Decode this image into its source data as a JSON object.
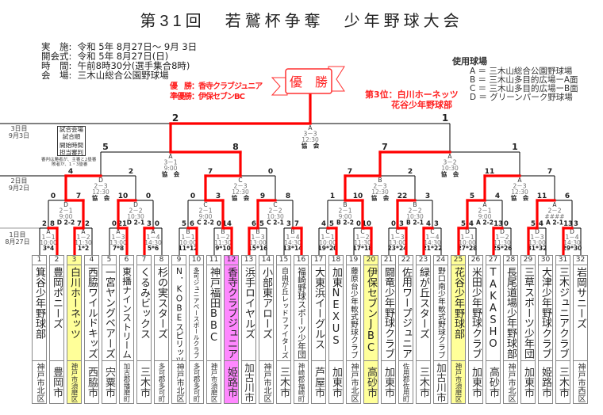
{
  "title": "第31回　若鷲杯争奪　少年野球大会",
  "info": [
    {
      "label": "実　施:",
      "value": "令和 5年 8月27日～ 9月 3日"
    },
    {
      "label": "開会式:",
      "value": "令和 5年 8月27日(日)"
    },
    {
      "label": "時　間:",
      "value": "午前8時30分(選手集合8時)"
    },
    {
      "label": "会　場:",
      "value": "三木山総合公園野球場"
    }
  ],
  "results": {
    "champion": "優　勝：香寺クラブジュニア",
    "runner_up": "準優勝：伊保セブンBC",
    "third_1": "第3位：白川ホーネッツ",
    "third_2": "花谷少年野球部"
  },
  "banner": "優　勝",
  "venues": {
    "title": "使用球場",
    "items": [
      "A ＝ 三木山総合公園野球場",
      "B ＝ 三木山多目的広場ーA面",
      "C ＝ 三木山多目的広場ーB面",
      "D ＝ グリーンパーク野球場"
    ]
  },
  "days": [
    {
      "label": "3日目",
      "date": "9月3日"
    },
    {
      "label": "2日目",
      "date": "9月2日"
    },
    {
      "label": "1日目",
      "date": "8月27日"
    }
  ],
  "legend_box": {
    "lines": [
      "試合会場",
      "試合順",
      "開始時間",
      "担当審判"
    ],
    "note_1": "審判は勝者が、主審と2塁審",
    "note_2": "敗者が、1・3塁審"
  },
  "colors": {
    "win_line": "#ff0000",
    "champion": "#ff88ff",
    "placed": "#ffff99"
  },
  "teams": [
    {
      "no": "1",
      "name": "箕谷少年野球部",
      "city": "神戸市北区",
      "highlight": ""
    },
    {
      "no": "2",
      "name": "豊岡ポニーズ",
      "city": "豊岡市",
      "highlight": ""
    },
    {
      "no": "3",
      "name": "白川ホーネッツ",
      "city": "神戸市須磨区",
      "highlight": "yellow"
    },
    {
      "no": "4",
      "name": "西脇ワイルドキッズ",
      "city": "西脇市",
      "highlight": ""
    },
    {
      "no": "5",
      "name": "一宮ヤングベアーズ",
      "city": "宍粟市",
      "highlight": ""
    },
    {
      "no": "6",
      "name": "東播ナインストリーム",
      "city": "加古郡播磨町",
      "highlight": ""
    },
    {
      "no": "7",
      "name": "くるみビックス",
      "city": "三木市",
      "highlight": ""
    },
    {
      "no": "8",
      "name": "杉の実スターズ",
      "city": "多可郡多可町",
      "highlight": ""
    },
    {
      "no": "9",
      "name": "N．KOBEスピリッツ",
      "city": "神戸市北区",
      "highlight": ""
    },
    {
      "no": "10",
      "name": "多可ジュニアベースボールクラブ",
      "city": "多可郡多可町",
      "highlight": ""
    },
    {
      "no": "11",
      "name": "神戸福田BBC",
      "city": "神戸市須磨区",
      "highlight": ""
    },
    {
      "no": "12",
      "name": "香寺クラブジュニア",
      "city": "姫路市",
      "highlight": "pink"
    },
    {
      "no": "13",
      "name": "浜手ロイヤルズ",
      "city": "加古川市",
      "highlight": ""
    },
    {
      "no": "14",
      "name": "小部東アローズ",
      "city": "神戸市北区",
      "highlight": ""
    },
    {
      "no": "15",
      "name": "自由が丘レッドファイターズ",
      "city": "三木市",
      "highlight": ""
    },
    {
      "no": "16",
      "name": "福崎野球スポーツ少年団",
      "city": "神崎郡福崎町",
      "highlight": ""
    },
    {
      "no": "17",
      "name": "大東浜イーグルス",
      "city": "芦屋市",
      "highlight": ""
    },
    {
      "no": "18",
      "name": "加東NEXUS",
      "city": "加東市",
      "highlight": ""
    },
    {
      "no": "19",
      "name": "藤原台少年軟式野球クラブ",
      "city": "神戸市北区",
      "highlight": ""
    },
    {
      "no": "20",
      "name": "伊保セブンJBC",
      "city": "高砂市",
      "highlight": "yellow"
    },
    {
      "no": "21",
      "name": "闘竜少年野球クラブ",
      "city": "加東市",
      "highlight": ""
    },
    {
      "no": "22",
      "name": "佐用ワープジュニア",
      "city": "佐用郡佐用町",
      "highlight": ""
    },
    {
      "no": "23",
      "name": "緑が丘スターズ",
      "city": "三木市",
      "highlight": ""
    },
    {
      "no": "24",
      "name": "野口南少年軟式野球クラブ",
      "city": "加古川市",
      "highlight": ""
    },
    {
      "no": "25",
      "name": "花谷少年野球部",
      "city": "神戸市須磨区",
      "highlight": "yellow"
    },
    {
      "no": "26",
      "name": "米田少年野球クラブ",
      "city": "加東市",
      "highlight": ""
    },
    {
      "no": "27",
      "name": "TAKASHO",
      "city": "高砂市",
      "highlight": ""
    },
    {
      "no": "28",
      "name": "長尾道場少年野球部",
      "city": "神戸市北区",
      "highlight": ""
    },
    {
      "no": "29",
      "name": "三草スポーツ少年団",
      "city": "加東市",
      "highlight": ""
    },
    {
      "no": "30",
      "name": "大津少年野球クラブ",
      "city": "姫路市",
      "highlight": ""
    },
    {
      "no": "31",
      "name": "三木ジュニアクラブ",
      "city": "三木市",
      "highlight": ""
    },
    {
      "no": "32",
      "name": "岩岡サニーズ",
      "city": "神戸市西区",
      "highlight": ""
    }
  ],
  "bracket": {
    "round1": [
      {
        "scores": [
          "2",
          "8"
        ],
        "winner": "R",
        "labels": [
          "A",
          "1－1",
          "10:00",
          "3*4"
        ]
      },
      {
        "scores": [
          "7",
          "2"
        ],
        "winner": "L",
        "labels": [
          "A",
          "1－2",
          "11:30",
          "1*2"
        ]
      },
      {
        "scores": [
          "0",
          "21"
        ],
        "winner": "R",
        "labels": [
          "A",
          "1－3",
          "13:00",
          "7*8"
        ]
      },
      {
        "scores": [
          "3",
          "0"
        ],
        "winner": "L",
        "labels": [
          "A",
          "1－4",
          "14:30",
          "5*6"
        ]
      },
      {
        "scores": [
          "5",
          "6"
        ],
        "winner": "R",
        "labels": [
          "B",
          "1－1",
          "10:00",
          "11*12"
        ]
      },
      {
        "scores": [
          "0",
          "14"
        ],
        "winner": "R",
        "labels": [
          "B",
          "1－2",
          "11:30",
          "9*10"
        ]
      },
      {
        "scores": [
          "6",
          "5"
        ],
        "winner": "L",
        "labels": [
          "B",
          "1－3",
          "13:00",
          "15*16"
        ]
      },
      {
        "scores": [
          "3",
          "7"
        ],
        "winner": "R",
        "labels": [
          "B",
          "1－4",
          "14:30",
          "13*14"
        ]
      },
      {
        "scores": [
          "4",
          "5"
        ],
        "winner": "R",
        "labels": [
          "C",
          "1－1",
          "10:00",
          "19*20"
        ]
      },
      {
        "scores": [
          "0",
          "10"
        ],
        "winner": "R",
        "labels": [
          "C",
          "1－2",
          "11:30",
          "17*18"
        ]
      },
      {
        "scores": [
          "0",
          "3"
        ],
        "winner": "R",
        "labels": [
          "C",
          "1－3",
          "13:00",
          "23*24"
        ]
      },
      {
        "scores": [
          "4",
          "3"
        ],
        "winner": "L",
        "labels": [
          "C",
          "1－4",
          "14:30",
          "21*22"
        ]
      },
      {
        "scores": [
          "5",
          "4"
        ],
        "winner": "L",
        "labels": [
          "D",
          "1－1",
          "10:00",
          "27*28"
        ]
      },
      {
        "scores": [
          "13",
          "0"
        ],
        "winner": "L",
        "labels": [
          "D",
          "1－2",
          "11:30",
          "25*26"
        ]
      },
      {
        "scores": [
          "5",
          "4"
        ],
        "winner": "L",
        "labels": [
          "D",
          "1－3",
          "13:00",
          "31*32"
        ]
      },
      {
        "scores": [
          "13",
          "3"
        ],
        "winner": "L",
        "labels": [
          "D",
          "1－4",
          "14:30",
          "29*30"
        ]
      }
    ],
    "round2": [
      {
        "scores": [
          "0",
          "7"
        ],
        "winner": "R",
        "labels": [
          "D",
          "2－1",
          "9:00",
          "D 2-2"
        ]
      },
      {
        "scores": [
          "10",
          "0"
        ],
        "winner": "L",
        "labels": [
          "D",
          "2－2",
          "10:30",
          "D 2-1"
        ]
      },
      {
        "scores": [
          "0",
          "3"
        ],
        "winner": "R",
        "labels": [
          "C",
          "2－1",
          "9:00",
          "C 2-2"
        ]
      },
      {
        "scores": [
          "9",
          "8"
        ],
        "winner": "L",
        "labels": [
          "C",
          "2－2",
          "10:30",
          "C 2-1"
        ]
      },
      {
        "scores": [
          "1",
          "10"
        ],
        "winner": "R",
        "labels": [
          "B",
          "2－1",
          "9:00",
          "B 2-2"
        ]
      },
      {
        "scores": [
          "22",
          "3"
        ],
        "winner": "L",
        "labels": [
          "B",
          "2－2",
          "10:30",
          "B 2-1"
        ]
      },
      {
        "scores": [
          "5",
          "4"
        ],
        "winner": "L",
        "labels": [
          "A",
          "2－1",
          "9:00",
          "A 2-2"
        ]
      },
      {
        "scores": [
          "11",
          "6"
        ],
        "winner": "L",
        "labels": [
          "A",
          "2－2",
          "####",
          "A 2-1"
        ]
      }
    ],
    "round3": [
      {
        "scores": [
          "4",
          "2"
        ],
        "winner": "L",
        "labels": [
          "D",
          "2－3",
          "12:30",
          "協　会"
        ]
      },
      {
        "scores": [
          "7",
          "0"
        ],
        "winner": "L",
        "labels": [
          "C",
          "2－3",
          "12:30",
          "協　会"
        ]
      },
      {
        "scores": [
          "7",
          "2"
        ],
        "winner": "L",
        "labels": [
          "B",
          "2－3",
          "12:30",
          "協　会"
        ]
      },
      {
        "scores": [
          "11",
          "7"
        ],
        "winner": "L",
        "labels": [
          "A",
          "2－3",
          "12:30",
          "協　会"
        ]
      }
    ],
    "semifinal": [
      {
        "scores": [
          "5",
          "8"
        ],
        "winner": "R",
        "labels": [
          "A",
          "3－1",
          "9:00",
          "協　会"
        ]
      },
      {
        "scores": [
          "7",
          "1"
        ],
        "winner": "L",
        "labels": [
          "A",
          "3－2",
          "10:30",
          "協　会"
        ]
      }
    ],
    "final": [
      {
        "scores": [
          "2",
          "1"
        ],
        "winner": "L",
        "labels": [
          "A",
          "3－3",
          "12:30",
          "協　会"
        ]
      }
    ]
  }
}
